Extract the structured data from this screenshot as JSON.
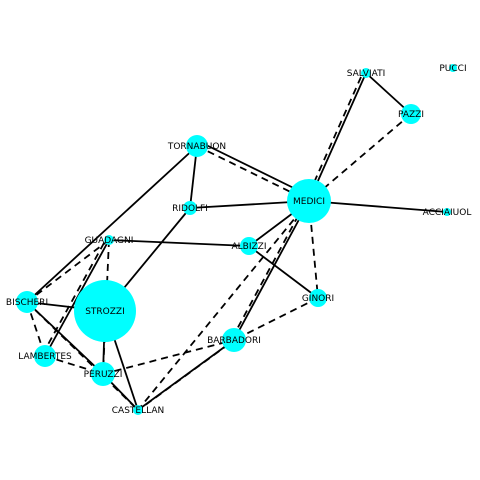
{
  "colors": {
    "node": "#00FFFF",
    "edge": "#000000",
    "background": "#FFFFFF"
  },
  "edge_styles": {
    "solid": "solid",
    "dashed": "dashed"
  },
  "nodes": [
    {
      "id": "PUCCI",
      "label": "PUCCI"
    },
    {
      "id": "SALVIATI",
      "label": "SALVIATI"
    },
    {
      "id": "PAZZI",
      "label": "PAZZI"
    },
    {
      "id": "TORNABUON",
      "label": "TORNABUON"
    },
    {
      "id": "MEDICI",
      "label": "MEDICI"
    },
    {
      "id": "ACCIAIUOL",
      "label": "ACCIAIUOL"
    },
    {
      "id": "RIDOLFI",
      "label": "RIDOLFI"
    },
    {
      "id": "GUADAGNI",
      "label": "GUADAGNI"
    },
    {
      "id": "ALBIZZI",
      "label": "ALBIZZI"
    },
    {
      "id": "GINORI",
      "label": "GINORI"
    },
    {
      "id": "BISCHERI",
      "label": "BISCHERI"
    },
    {
      "id": "STROZZI",
      "label": "STROZZI"
    },
    {
      "id": "BARBADORI",
      "label": "BARBADORI"
    },
    {
      "id": "LAMBERTES",
      "label": "LAMBERTES"
    },
    {
      "id": "PERUZZI",
      "label": "PERUZZI"
    },
    {
      "id": "CASTELLAN",
      "label": "CASTELLAN"
    }
  ],
  "edges": [
    {
      "source": "SALVIATI",
      "target": "MEDICI",
      "style": "solid"
    },
    {
      "source": "SALVIATI",
      "target": "PAZZI",
      "style": "solid"
    },
    {
      "source": "SALVIATI",
      "target": "MEDICI",
      "style": "dashed"
    },
    {
      "source": "PAZZI",
      "target": "MEDICI",
      "style": "dashed"
    },
    {
      "source": "TORNABUON",
      "target": "MEDICI",
      "style": "dashed"
    },
    {
      "source": "TORNABUON",
      "target": "MEDICI",
      "style": "solid"
    },
    {
      "source": "TORNABUON",
      "target": "RIDOLFI",
      "style": "solid"
    },
    {
      "source": "TORNABUON",
      "target": "BISCHERI",
      "style": "solid"
    },
    {
      "source": "RIDOLFI",
      "target": "MEDICI",
      "style": "solid"
    },
    {
      "source": "RIDOLFI",
      "target": "STROZZI",
      "style": "solid"
    },
    {
      "source": "MEDICI",
      "target": "ACCIAIUOL",
      "style": "solid"
    },
    {
      "source": "MEDICI",
      "target": "ALBIZZI",
      "style": "solid"
    },
    {
      "source": "MEDICI",
      "target": "BARBADORI",
      "style": "solid"
    },
    {
      "source": "MEDICI",
      "target": "BARBADORI",
      "style": "dashed"
    },
    {
      "source": "MEDICI",
      "target": "GINORI",
      "style": "dashed"
    },
    {
      "source": "MEDICI",
      "target": "CASTELLAN",
      "style": "dashed"
    },
    {
      "source": "GUADAGNI",
      "target": "ALBIZZI",
      "style": "solid"
    },
    {
      "source": "GUADAGNI",
      "target": "LAMBERTES",
      "style": "solid"
    },
    {
      "source": "GUADAGNI",
      "target": "LAMBERTES",
      "style": "dashed"
    },
    {
      "source": "GUADAGNI",
      "target": "BISCHERI",
      "style": "dashed"
    },
    {
      "source": "GUADAGNI",
      "target": "PERUZZI",
      "style": "dashed"
    },
    {
      "source": "ALBIZZI",
      "target": "GINORI",
      "style": "solid"
    },
    {
      "source": "GINORI",
      "target": "BARBADORI",
      "style": "dashed"
    },
    {
      "source": "BISCHERI",
      "target": "STROZZI",
      "style": "solid"
    },
    {
      "source": "BISCHERI",
      "target": "PERUZZI",
      "style": "solid"
    },
    {
      "source": "BISCHERI",
      "target": "LAMBERTES",
      "style": "dashed"
    },
    {
      "source": "BISCHERI",
      "target": "CASTELLAN",
      "style": "dashed"
    },
    {
      "source": "STROZZI",
      "target": "PERUZZI",
      "style": "solid"
    },
    {
      "source": "STROZZI",
      "target": "CASTELLAN",
      "style": "solid"
    },
    {
      "source": "LAMBERTES",
      "target": "PERUZZI",
      "style": "dashed"
    },
    {
      "source": "PERUZZI",
      "target": "CASTELLAN",
      "style": "solid"
    },
    {
      "source": "PERUZZI",
      "target": "BARBADORI",
      "style": "dashed"
    },
    {
      "source": "BARBADORI",
      "target": "CASTELLAN",
      "style": "solid"
    },
    {
      "source": "BARBADORI",
      "target": "CASTELLAN",
      "style": "dashed"
    }
  ]
}
